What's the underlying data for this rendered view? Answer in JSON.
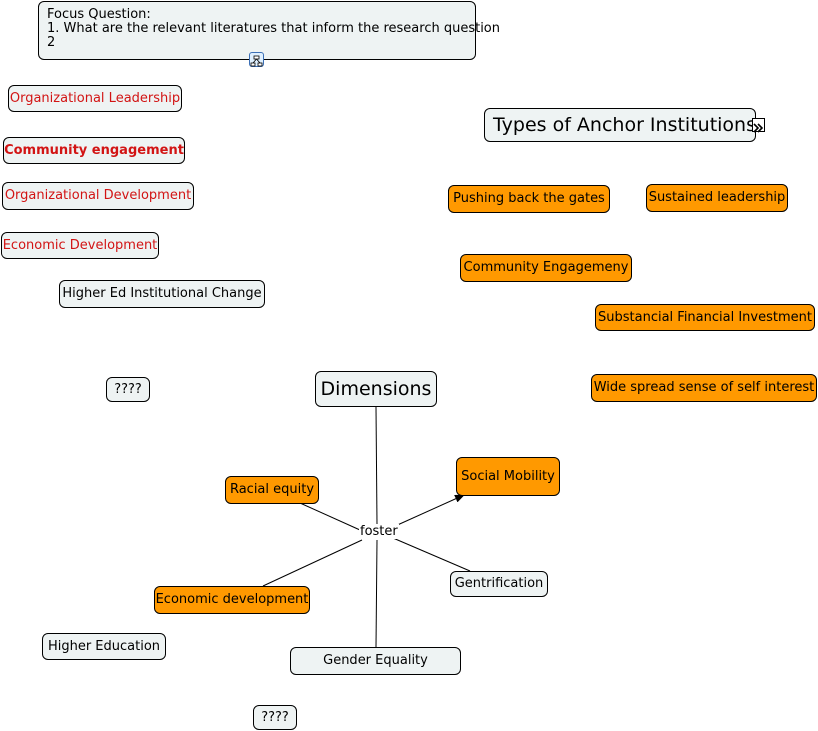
{
  "focus": {
    "heading": "Focus Question:",
    "line1": "1. What are the relevant literatures that inform the research question",
    "line2": "2"
  },
  "concepts": {
    "organizational_leadership": "Organizational Leadership",
    "community_engagement": "Community engagement",
    "organizational_development": "Organizational Development",
    "economic_development_red": "Economic Development",
    "higher_ed_change": "Higher Ed Institutional Change",
    "unknown_1": "????",
    "unknown_2": "????",
    "higher_education": "Higher  Education",
    "types_anchor": "Types of Anchor Institutions",
    "pushing_back": "Pushing back the gates",
    "sustained_leadership": "Sustained leadership",
    "community_engagemeny": "Community Engagemeny",
    "substancial_investment": "Substancial Financial  Investment",
    "self_interest": "Wide spread sense of self interest",
    "dimensions": "Dimensions",
    "racial_equity": "Racial equity",
    "social_mobility": "Social Mobility",
    "economic_development": "Economic development",
    "gentrification": "Gentrification",
    "gender_equality": "Gender Equality"
  },
  "link_label": "foster",
  "icons": {
    "submap": "submap-icon",
    "expand": "expand-icon"
  },
  "colors": {
    "orange": "#ff9900",
    "node_bg": "#eef3f3",
    "red_text": "#d21414"
  }
}
